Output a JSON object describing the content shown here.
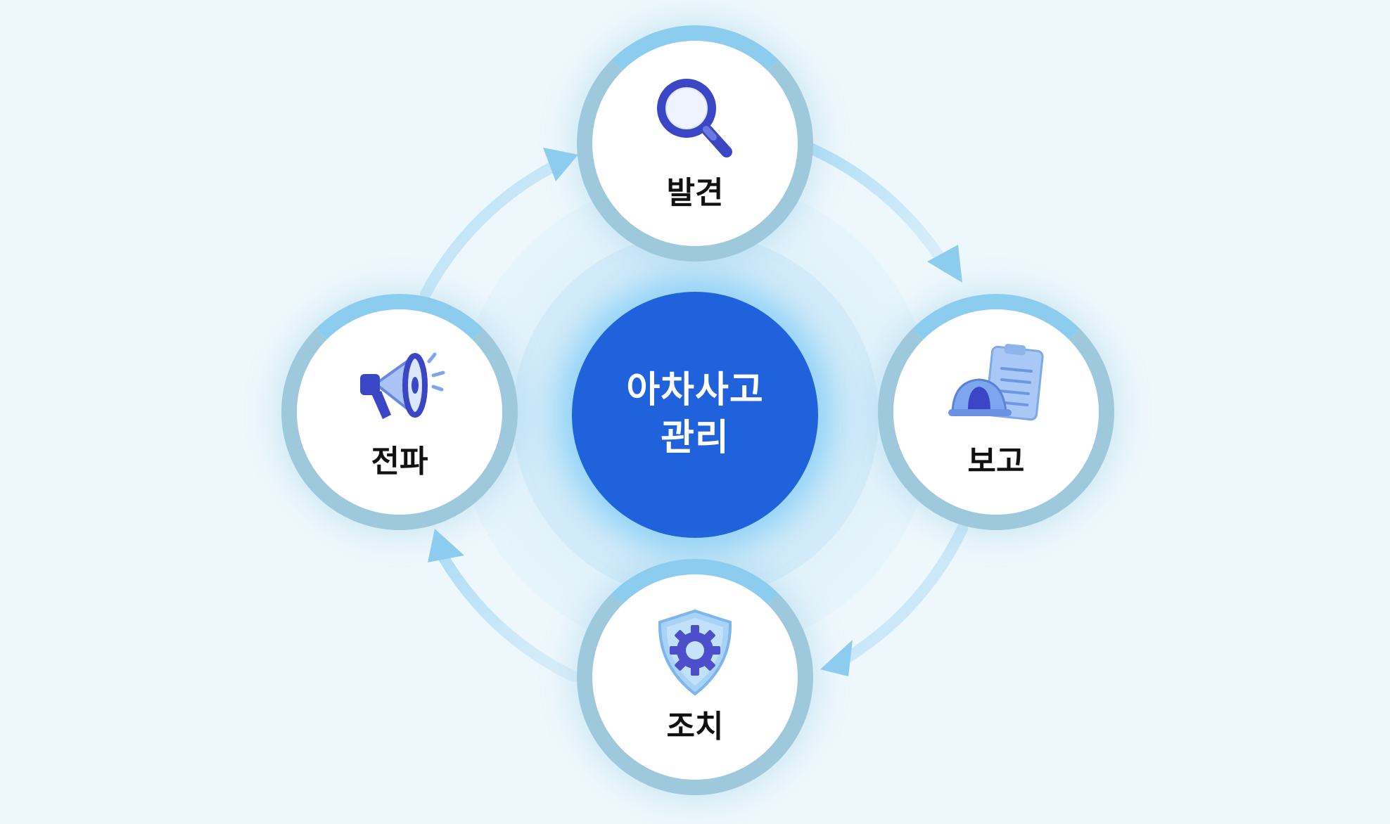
{
  "center": {
    "line1": "아차사고",
    "line2": "관리"
  },
  "steps": [
    {
      "label": "발견",
      "icon": "magnifier-icon"
    },
    {
      "label": "보고",
      "icon": "clipboard-helmet-icon"
    },
    {
      "label": "조치",
      "icon": "shield-gear-icon"
    },
    {
      "label": "전파",
      "icon": "megaphone-icon"
    }
  ],
  "colors": {
    "background": "#eef7fc",
    "center_fill": "#1f62dc",
    "ring_stroke": "#9ec9dd",
    "arrow": "#8ccdef",
    "icon_primary": "#3b46c4"
  }
}
